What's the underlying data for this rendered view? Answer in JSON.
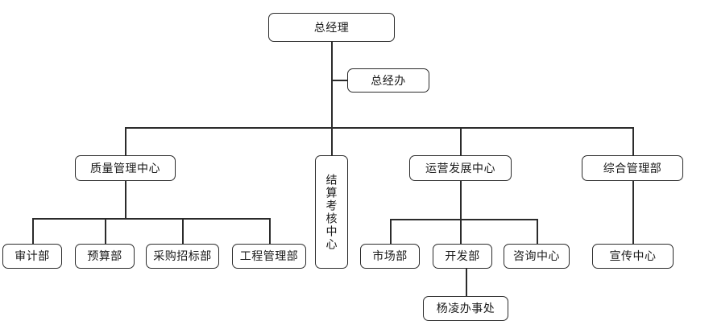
{
  "chart": {
    "type": "org-chart",
    "title": "",
    "orientation": "top-down",
    "nodes": {
      "general_manager": "总经理",
      "general_manager_office": "总经办",
      "quality_management_center": "质量管理中心",
      "settlement_assessment_center": "结算考核中心",
      "operations_development_center": "运营发展中心",
      "comprehensive_management_dept": "综合管理部",
      "audit_dept": "审计部",
      "budget_dept": "预算部",
      "procurement_bidding_dept": "采购招标部",
      "engineering_management_dept": "工程管理部",
      "marketing_dept": "市场部",
      "development_dept": "开发部",
      "consulting_center": "咨询中心",
      "publicity_center": "宣传中心",
      "yangling_office": "杨凌办事处"
    },
    "colors": {
      "line": "#2b2b2b",
      "box_border": "#2b2b2b",
      "box_fill": "#ffffff",
      "text": "#1a1a1a",
      "background": "#ffffff"
    }
  }
}
